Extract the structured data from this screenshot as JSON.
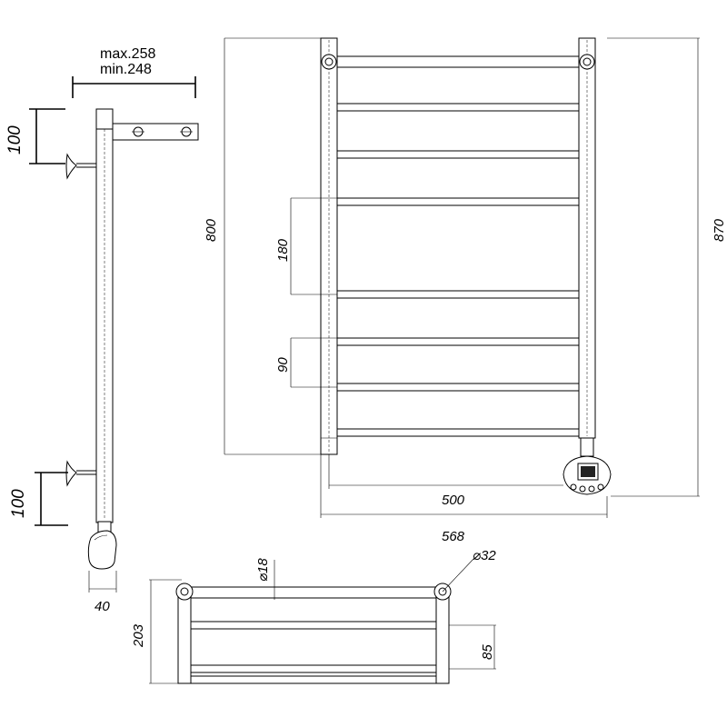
{
  "dimensions": {
    "mount_max": "max.258",
    "mount_min": "min.248",
    "top_offset": "100",
    "bottom_offset": "100",
    "heater_depth": "40",
    "rail_height": "800",
    "total_height": "870",
    "top_spacing": "180",
    "bottom_spacing": "90",
    "rail_width": "500",
    "total_width": "568",
    "tube_diameter": "⌀18",
    "post_diameter": "⌀32",
    "view_depth": "203",
    "view_spacing": "85"
  }
}
